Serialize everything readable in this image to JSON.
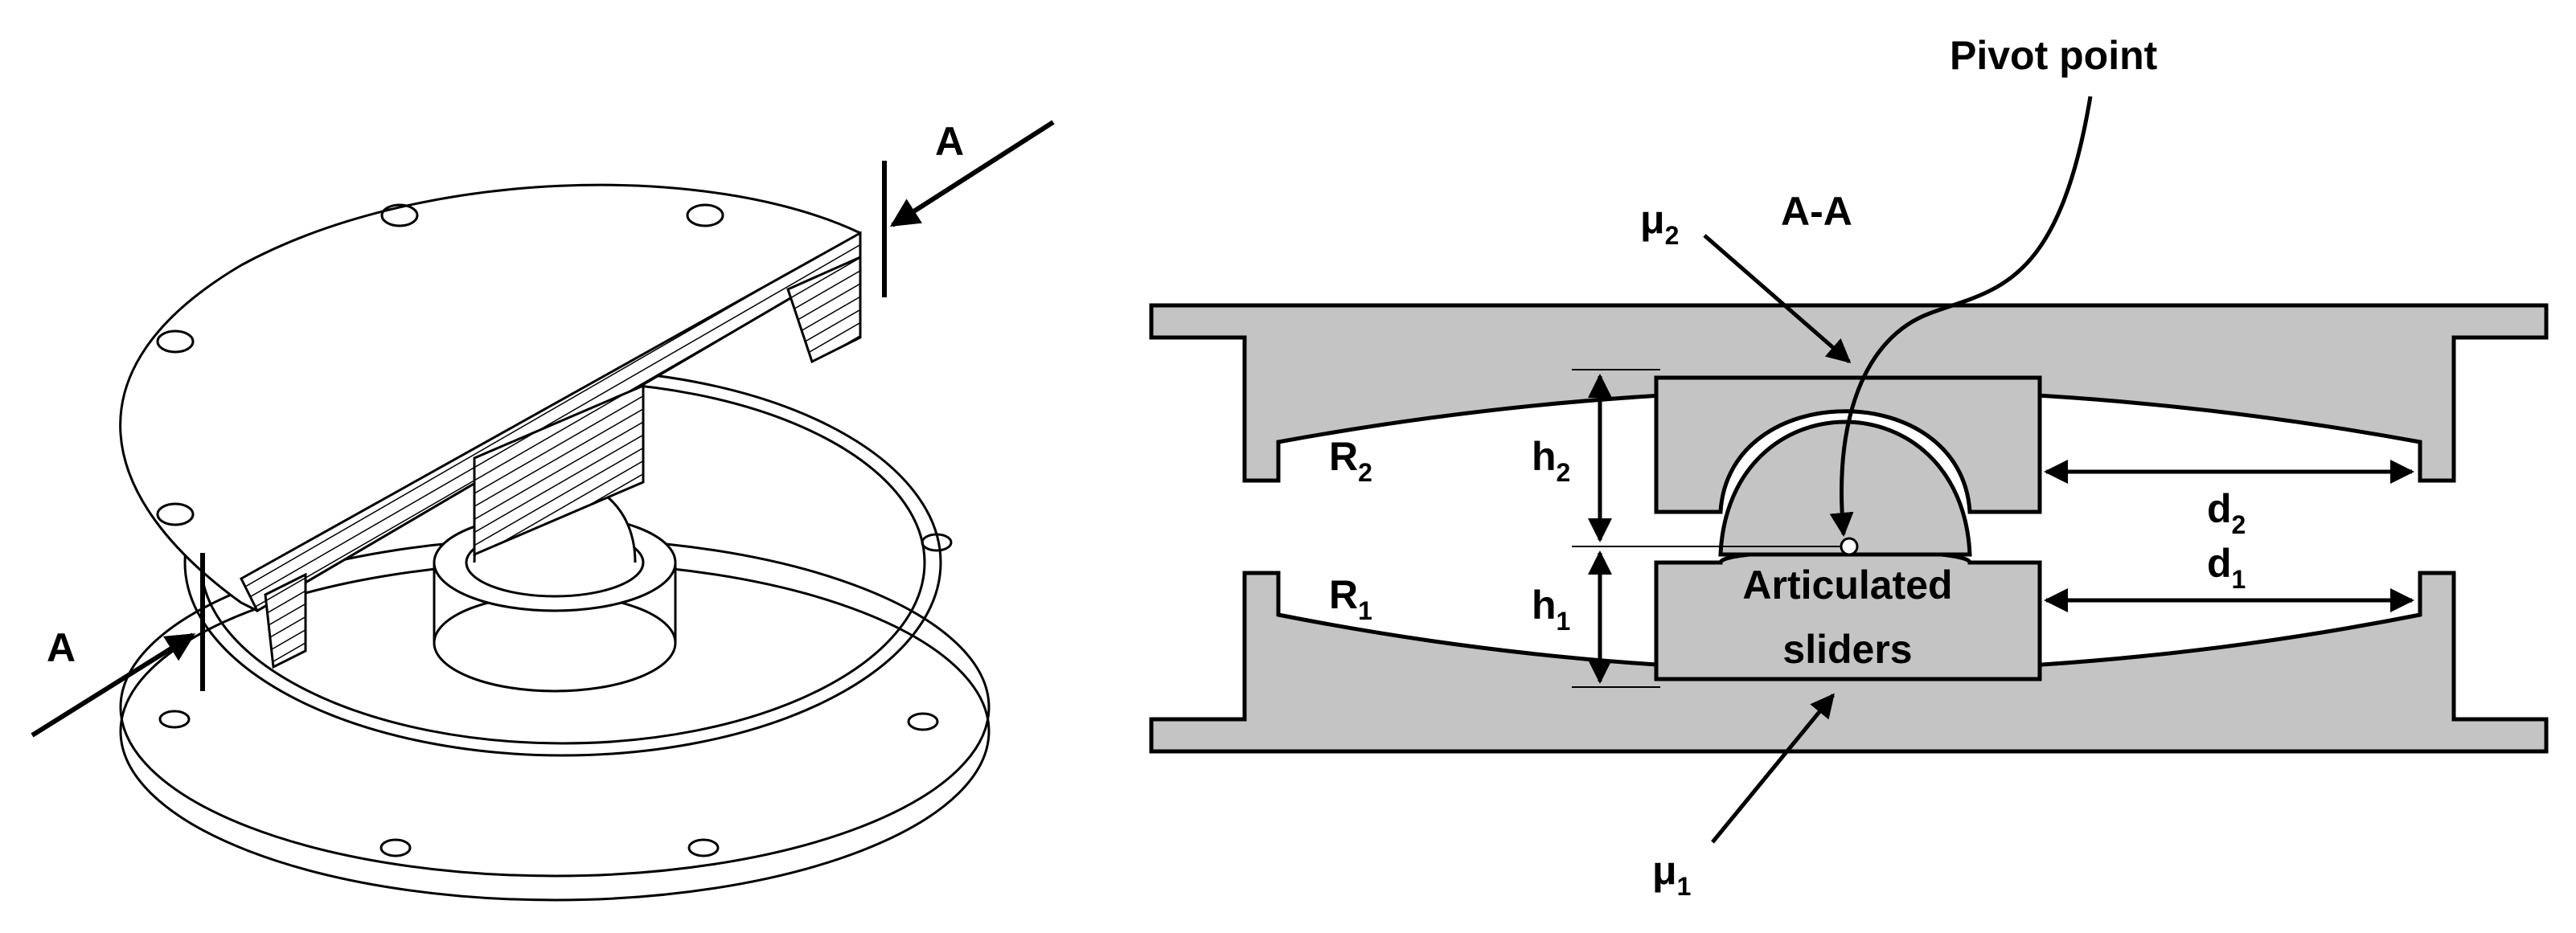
{
  "colors": {
    "ink": "#000000",
    "section_fill": "#c4c4c4",
    "background": "#ffffff"
  },
  "isometric_view": {
    "cut_label_top": "A",
    "cut_label_left": "A"
  },
  "section_view": {
    "section_title": "A-A",
    "pivot_label": "Pivot point",
    "mu2_label": {
      "base": "μ",
      "sub": "2"
    },
    "mu1_label": {
      "base": "μ",
      "sub": "1"
    },
    "r2_label": {
      "base": "R",
      "sub": "2"
    },
    "r1_label": {
      "base": "R",
      "sub": "1"
    },
    "h2_label": {
      "base": "h",
      "sub": "2"
    },
    "h1_label": {
      "base": "h",
      "sub": "1"
    },
    "d2_label": {
      "base": "d",
      "sub": "2"
    },
    "d1_label": {
      "base": "d",
      "sub": "1"
    },
    "sliders_label_line1": "Articulated",
    "sliders_label_line2": "sliders"
  }
}
